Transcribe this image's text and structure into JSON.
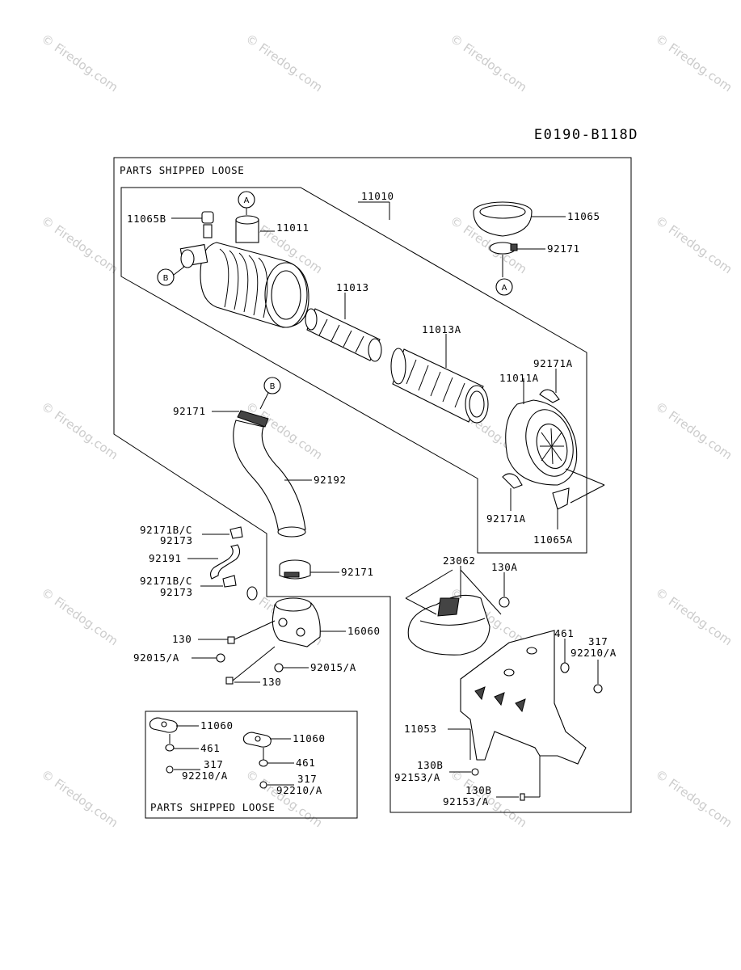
{
  "diagram_code": "E0190-B118D",
  "watermark": "© Firedog.com",
  "sections": {
    "top_loose": "PARTS SHIPPED LOOSE",
    "bottom_loose": "PARTS SHIPPED LOOSE"
  },
  "callouts": {
    "a": "A",
    "b": "B"
  },
  "parts": {
    "p11010": "11010",
    "p11065b": "11065B",
    "p11011": "11011",
    "p11065": "11065",
    "p92171_top": "92171",
    "p11013": "11013",
    "p11013a": "11013A",
    "p92171a_1": "92171A",
    "p11011a": "11011A",
    "p92171_hose": "92171",
    "p92192": "92192",
    "p92171a_2": "92171A",
    "p11065a": "11065A",
    "p92171bc_1": "92171B/C",
    "p92173_1": "92173",
    "p92191": "92191",
    "p92171_clamp": "92171",
    "p23062": "23062",
    "p130a": "130A",
    "p92171bc_2": "92171B/C",
    "p92173_2": "92173",
    "p461_r": "461",
    "p317_r": "317",
    "p92210a_r": "92210/A",
    "p130_1": "130",
    "p16060": "16060",
    "p92015a_1": "92015/A",
    "p92015a_2": "92015/A",
    "p130_2": "130",
    "p11053": "11053",
    "p130b_1": "130B",
    "p92153a_1": "92153/A",
    "p130b_2": "130B",
    "p92153a_2": "92153/A",
    "p11060_1": "11060",
    "p461_1": "461",
    "p11060_2": "11060",
    "p317_1": "317",
    "p92210a_1": "92210/A",
    "p461_2": "461",
    "p317_2": "317",
    "p92210a_2": "92210/A"
  }
}
